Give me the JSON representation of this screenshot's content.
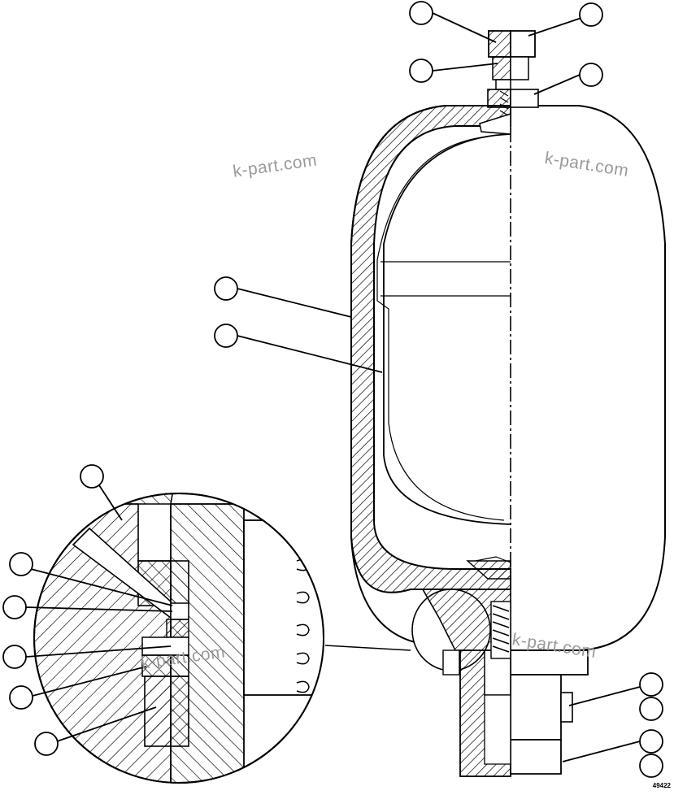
{
  "watermarks": [
    "k-part.com",
    "k-part.com",
    "k-part.com",
    "k-part.com"
  ],
  "figure_number": "49422",
  "callouts": {
    "count": 16,
    "labels": [
      "",
      "",
      "",
      "",
      "",
      "",
      "",
      "",
      "",
      "",
      "",
      "",
      "",
      "",
      "",
      ""
    ]
  }
}
